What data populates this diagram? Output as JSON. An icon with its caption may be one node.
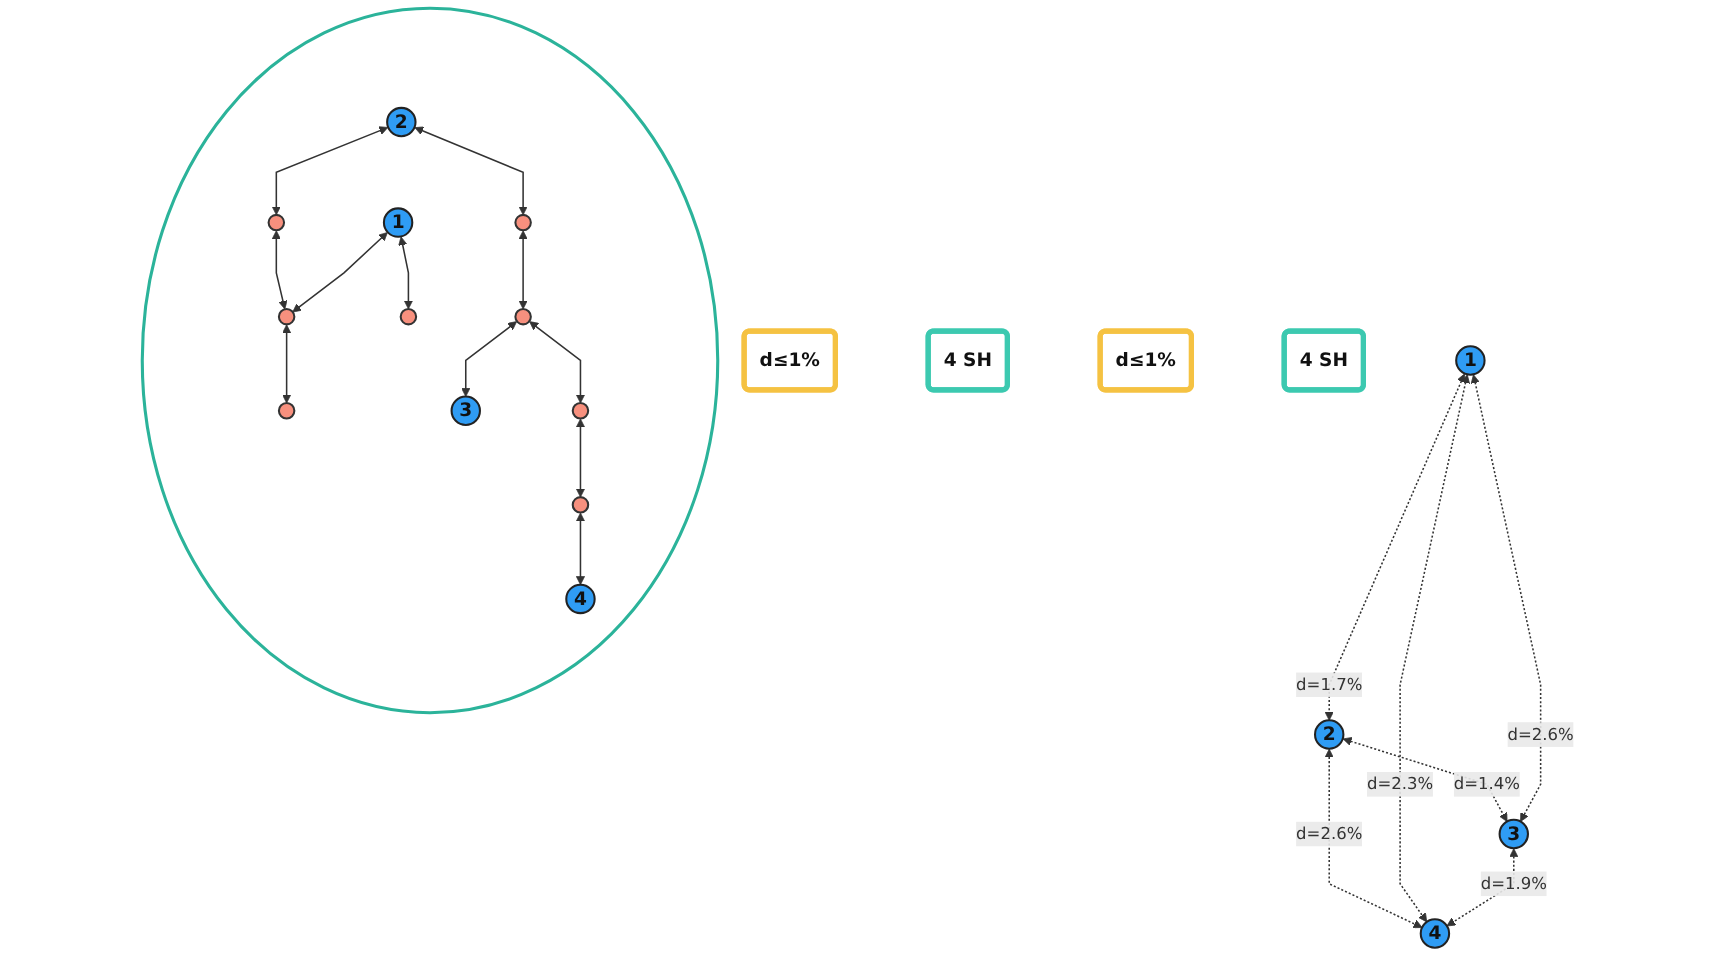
{
  "diagram": {
    "nodes": [
      {
        "text": [
          "d≤1%"
        ]
      },
      {
        "text": [
          "4 SH"
        ]
      },
      {
        "text": [
          "d≤1%"
        ]
      },
      {
        "text": [
          "4 SH"
        ]
      },
      {
        "text": [
          "2"
        ]
      },
      {
        "text": [
          "1"
        ]
      },
      {
        "text": [
          "3"
        ]
      },
      {
        "text": [
          "4"
        ]
      },
      {
        "text": [],
        "shape": "circle"
      },
      {
        "text": [
          "2"
        ],
        "in": 8
      },
      {
        "text": [],
        "shape": "circle",
        "in": 8
      },
      {
        "text": [],
        "shape": "circle",
        "in": 8
      },
      {
        "text": [
          "3"
        ],
        "in": 8
      },
      {
        "text": [],
        "shape": "circle",
        "in": 8
      },
      {
        "text": [
          "1"
        ],
        "in": 8
      },
      {
        "text": [],
        "shape": "circle",
        "in": 8
      },
      {
        "text": [],
        "shape": "circle",
        "in": 8
      },
      {
        "text": [],
        "shape": "circle",
        "in": 8
      },
      {
        "text": [],
        "shape": "circle",
        "in": 8
      },
      {
        "text": [],
        "shape": "circle",
        "in": 8
      },
      {
        "text": [
          "4"
        ],
        "in": 8
      }
    ],
    "edges": [
      {
        "from": 5,
        "to": 4,
        "arrow": "both",
        "label": "d=1.7%",
        "style": "dashed"
      },
      {
        "from": 4,
        "to": 6,
        "arrow": "both",
        "label": "d=1.4%",
        "style": "dashed"
      },
      {
        "from": 5,
        "to": 6,
        "arrow": "both",
        "label": "d=2.6%",
        "style": "dashed"
      },
      {
        "from": 4,
        "to": 7,
        "arrow": "both",
        "label": "d=2.6%",
        "style": "dashed"
      },
      {
        "from": 5,
        "to": 7,
        "arrow": "both",
        "label": "d=2.3%",
        "style": "dashed"
      },
      {
        "from": 6,
        "to": 7,
        "arrow": "both",
        "label": "d=1.9%",
        "style": "dashed"
      },
      {
        "from": 9,
        "to": 10,
        "arrow": "both"
      },
      {
        "from": 9,
        "to": 11,
        "arrow": "both"
      },
      {
        "from": 10,
        "to": 15,
        "arrow": "both"
      },
      {
        "from": 14,
        "to": 15,
        "arrow": "both"
      },
      {
        "from": 14,
        "to": 18,
        "arrow": "both"
      },
      {
        "from": 15,
        "to": 17,
        "arrow": "both"
      },
      {
        "from": 11,
        "to": 13,
        "arrow": "both"
      },
      {
        "from": 13,
        "to": 12,
        "arrow": "both"
      },
      {
        "from": 13,
        "to": 16,
        "arrow": "both"
      },
      {
        "from": 16,
        "to": 19,
        "arrow": "both"
      },
      {
        "from": 19,
        "to": 20,
        "arrow": "both"
      }
    ]
  }
}
